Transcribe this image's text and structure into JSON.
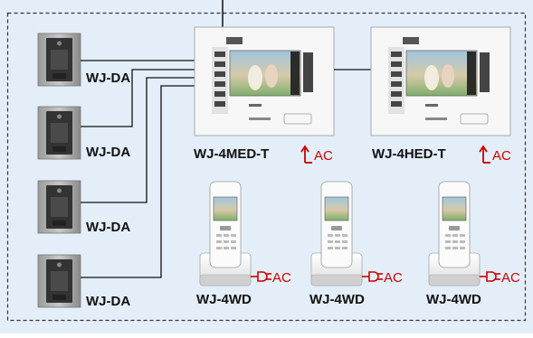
{
  "door_stations": [
    {
      "label": "WJ-DA"
    },
    {
      "label": "WJ-DA"
    },
    {
      "label": "WJ-DA"
    },
    {
      "label": "WJ-DA"
    }
  ],
  "master_station": {
    "label": "WJ-4MED-T",
    "power": "AC"
  },
  "sub_master_station": {
    "label": "WJ-4HED-T",
    "power": "AC"
  },
  "handsets": [
    {
      "label": "WJ-4WD",
      "power": "AC"
    },
    {
      "label": "WJ-4WD",
      "power": "AC"
    },
    {
      "label": "WJ-4WD",
      "power": "AC"
    }
  ],
  "colors": {
    "background": "#e3eef8",
    "border": "#333333",
    "wire": "#111111",
    "power_accent": "#cc0000"
  }
}
